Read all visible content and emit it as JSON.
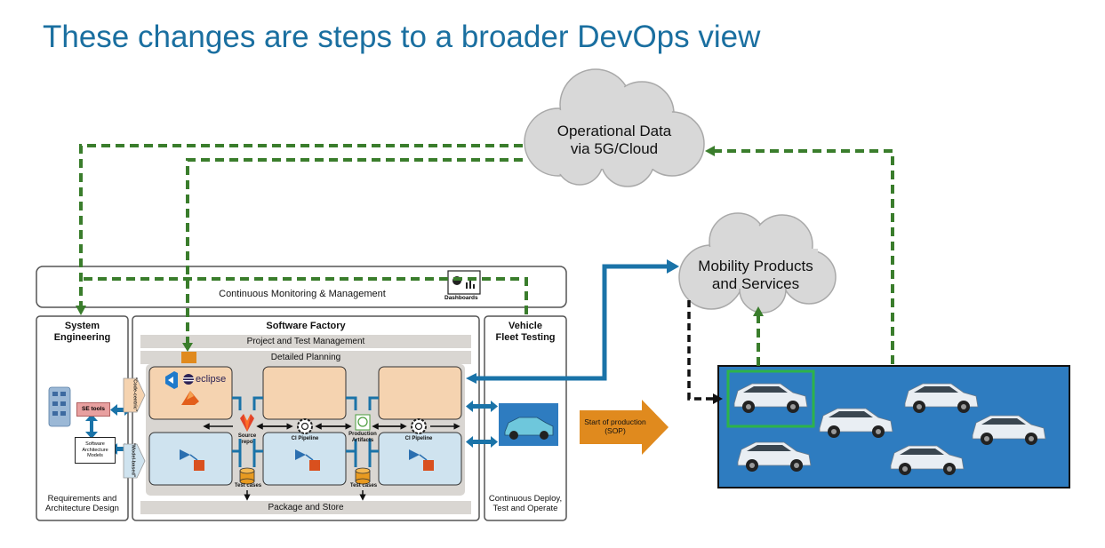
{
  "title": "These changes are steps to a broader DevOps view",
  "clouds": {
    "operational": {
      "line1": "Operational Data",
      "line2": "via 5G/Cloud"
    },
    "mobility": {
      "line1": "Mobility Products",
      "line2": "and Services"
    }
  },
  "monitoring": {
    "label": "Continuous Monitoring & Management",
    "dashboards_label": "Dashboards"
  },
  "system_engineering": {
    "title_line1": "System",
    "title_line2": "Engineering",
    "se_tools_label": "SE tools",
    "models_label_line1": "Software",
    "models_label_line2": "Architecture",
    "models_label_line3": "Models",
    "code_centric_label": "\"Code-centric\"",
    "model_based_label": "\"Model-based\"",
    "footer_line1": "Requirements and",
    "footer_line2": "Architecture Design"
  },
  "software_factory": {
    "title": "Software Factory",
    "project_bar": "Project and Test Management",
    "planning_bar": "Detailed Planning",
    "package_bar": "Package and Store",
    "eclipse_label": "eclipse",
    "source_repo_line1": "Source",
    "source_repo_line2": "repo",
    "ci_pipeline_1": "CI Pipeline",
    "ci_pipeline_2": "CI Pipeline",
    "production_artifacts_line1": "Production",
    "production_artifacts_line2": "Artifacts",
    "test_cases_1": "Test cases",
    "test_cases_2": "Test cases"
  },
  "vehicle_fleet": {
    "title_line1": "Vehicle",
    "title_line2": "Fleet Testing",
    "footer_line1": "Continuous Deploy,",
    "footer_line2": "Test and Operate"
  },
  "sop": {
    "line1": "Start of production",
    "line2": "(SOP)"
  },
  "icons": [
    "cloud-icon",
    "dashboard-icon",
    "vscode-icon",
    "eclipse-icon",
    "matlab-icon",
    "gitlab-icon",
    "gear-icon",
    "database-icon",
    "simulink-icon",
    "car-icon"
  ],
  "colors": {
    "title": "#1a6fa0",
    "dashed_green": "#3a7d2c",
    "blue_arrow": "#1a73a8",
    "fleet_background": "#2e7cc0",
    "orange_arrow": "#e08a1e",
    "tan_box": "#f5d3b0",
    "light_blue_box": "#cfe3ef",
    "grey_panel": "#d9d6d2"
  }
}
